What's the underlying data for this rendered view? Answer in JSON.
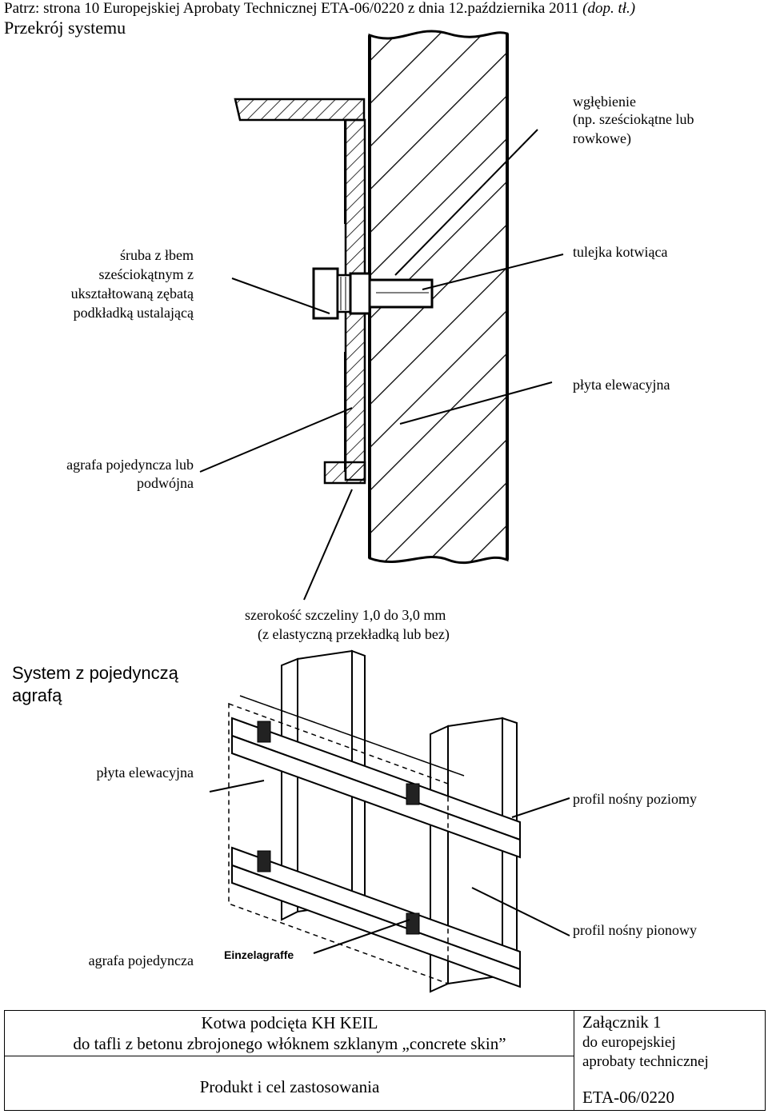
{
  "header": {
    "line_main": "Patrz: strona 10 Europejskiej Aprobaty Technicznej ETA-06/0220 z dnia 12.października 2011 ",
    "line_italic": "(dop. tł.)",
    "title": "Przekrój systemu"
  },
  "section_labels": {
    "recess_1": "wgłębienie",
    "recess_2": "(np. sześciokątne lub",
    "recess_3": "rowkowe)",
    "screw_1": "śruba z łbem",
    "screw_2": "sześciokątnym z",
    "screw_3": "ukształtowaną zębatą",
    "screw_4": "podkładką ustalającą",
    "sleeve": "tulejka kotwiąca",
    "panel": "płyta elewacyjna",
    "clip_1": "agrafa pojedyncza lub",
    "clip_2": "podwójna",
    "gap_1": "szerokość szczeliny 1,0 do 3,0 mm",
    "gap_2": "(z elastyczną przekładką lub bez)"
  },
  "system": {
    "title_1": "System z pojedynczą",
    "title_2": "agrafą",
    "panel": "płyta elewacyjna",
    "horizontal_profile": "profil nośny poziomy",
    "vertical_profile": "profil nośny pionowy",
    "single_clip": "agrafa pojedyncza",
    "drawing_tag": "Einzelagraffe"
  },
  "footer": {
    "product_1": "Kotwa podcięta KH KEIL",
    "product_2": "do tafli z betonu zbrojonego włóknem szklanym „concrete skin”",
    "purpose": "Produkt i cel zastosowania",
    "annex": "Załącznik 1",
    "annex_2": "do europejskiej",
    "annex_3": "aprobaty technicznej",
    "eta": "ETA-06/0220"
  }
}
